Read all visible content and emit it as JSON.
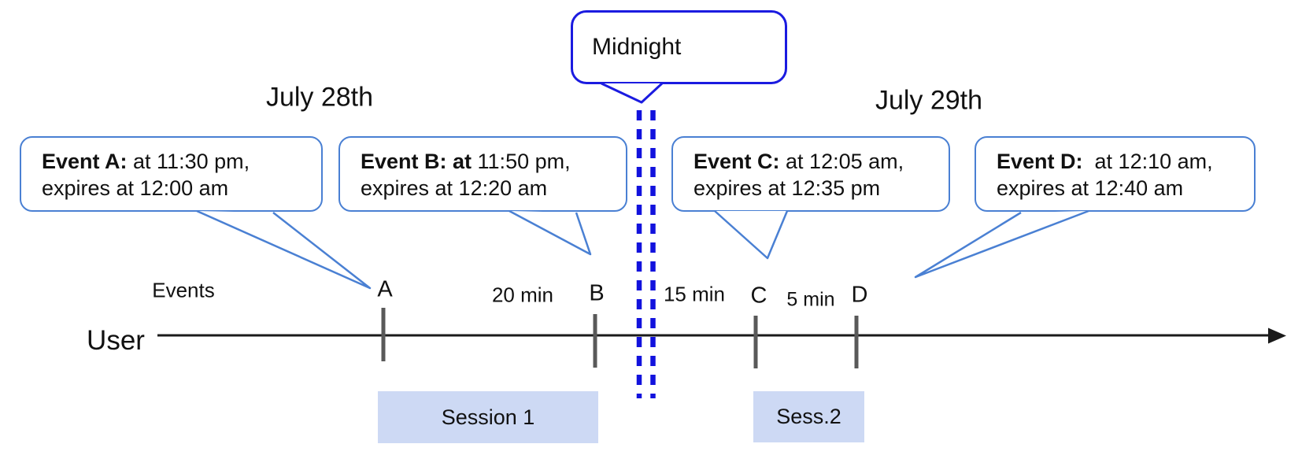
{
  "headers": {
    "left_date": "July 28th",
    "right_date": "July 29th"
  },
  "midnight_callout": {
    "label": "Midnight"
  },
  "event_callouts": [
    {
      "bold_text": "Event A:",
      "regular_text": " at 11:30 pm,",
      "second_line": "expires at 12:00 am"
    },
    {
      "bold_text": "Event B: at",
      "regular_text": " 11:50 pm,",
      "second_line": "expires at 12:20 am"
    },
    {
      "bold_text": "Event C:",
      "regular_text": " at 12:05 am,",
      "second_line": "expires at 12:35 pm"
    },
    {
      "bold_text": "Event D:",
      "regular_text": "  at 12:10 am,",
      "second_line": "expires at 12:40 am"
    }
  ],
  "timeline": {
    "row_label": "Events",
    "axis_label": "User",
    "tick_labels": [
      "A",
      "B",
      "C",
      "D"
    ],
    "interval_labels": [
      "20 min",
      "15 min",
      "5 min"
    ]
  },
  "sessions": [
    {
      "label": "Session 1"
    },
    {
      "label": "Sess.2"
    }
  ],
  "colors": {
    "callout_border": "#4a80d3",
    "midnight_border": "#1b1be0",
    "dashed_line": "#1212dd",
    "session_fill": "#cdd9f4",
    "tick_color": "#595959",
    "axis_color": "#1a1a1a"
  }
}
